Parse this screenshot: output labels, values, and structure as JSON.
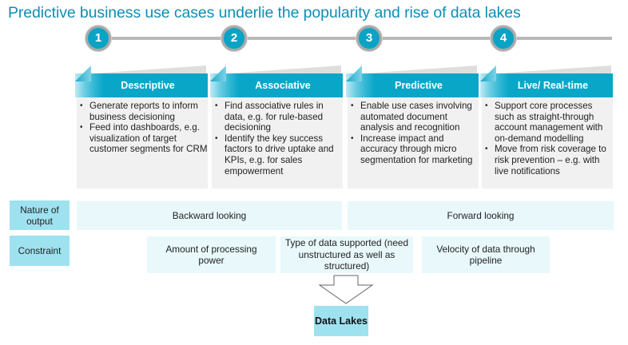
{
  "title": "Predictive business use cases underlie the popularity and rise of data lakes",
  "stages": [
    {
      "number": "1",
      "label": "Descriptive",
      "bullets": [
        "Generate reports to inform business decisioning",
        "Feed into dashboards, e.g. visualization of target customer segments for CRM"
      ]
    },
    {
      "number": "2",
      "label": "Associative",
      "bullets": [
        "Find associative rules in data, e.g. for rule-based decisioning",
        "Identify the key success factors to drive uptake and KPIs, e.g. for sales empowerment"
      ]
    },
    {
      "number": "3",
      "label": "Predictive",
      "bullets": [
        "Enable use cases involving automated document analysis and recognition",
        "Increase impact and accuracy through micro segmentation for marketing"
      ]
    },
    {
      "number": "4",
      "label": "Live/ Real-time",
      "bullets": [
        "Support core processes such as straight-through account management with on-demand modelling",
        "Move from risk coverage to risk prevention – e.g. with live notifications"
      ]
    }
  ],
  "rows": {
    "nature_of_output": {
      "label": "Nature of output",
      "backward": "Backward looking",
      "forward": "Forward looking"
    },
    "constraint": {
      "label": "Constraint",
      "cells": [
        "Amount of processing power",
        "Type of data supported (need unstructured as well as structured)",
        "Velocity of data through pipeline"
      ]
    }
  },
  "result": {
    "label": "Data Lakes",
    "arrow_icon": "down-arrow-icon"
  },
  "colors": {
    "accent": "#0aa6c8",
    "title": "#0d8fb5",
    "label_fill": "#9ee2f0",
    "cell_fill": "#e8f8fb",
    "content_fill": "#f1f1f1",
    "timeline": "#b9b9b9"
  }
}
